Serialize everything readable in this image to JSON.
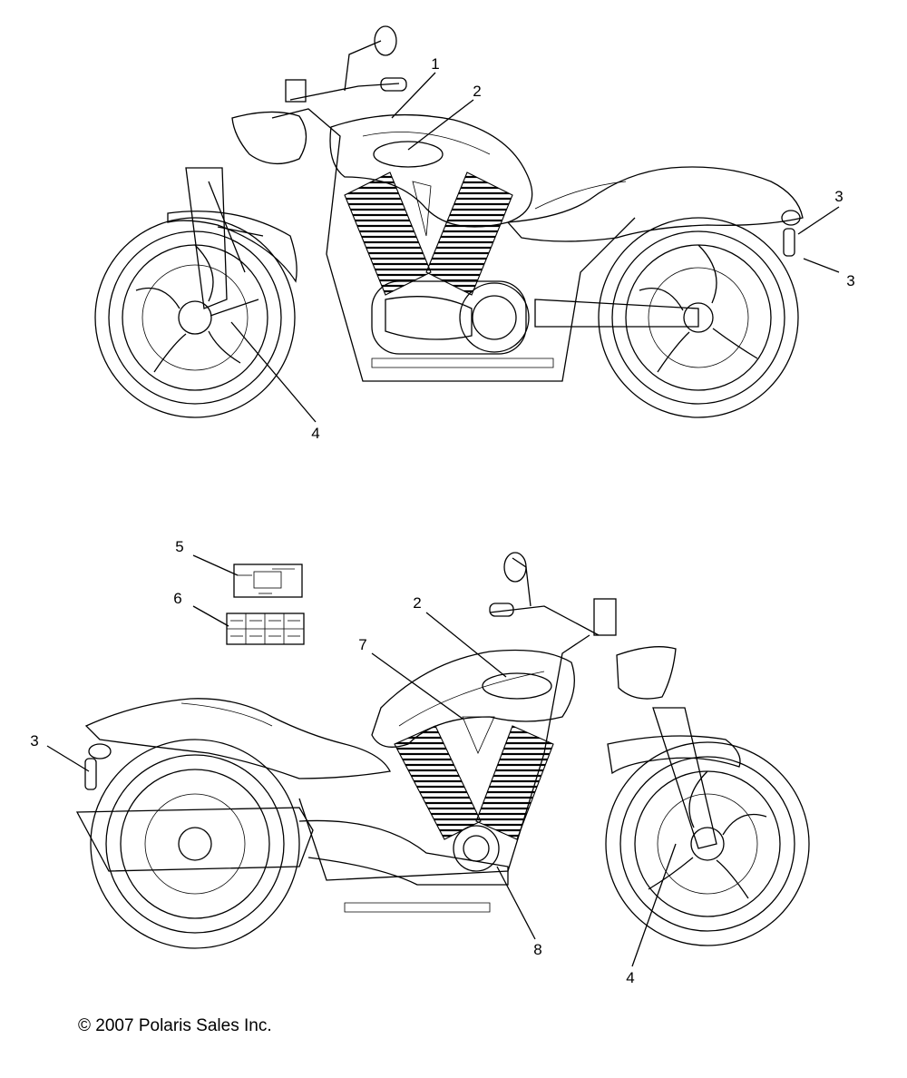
{
  "callouts_top": [
    "1",
    "2",
    "3",
    "3",
    "4"
  ],
  "callouts_bottom": [
    "5",
    "6",
    "2",
    "7",
    "3",
    "8",
    "4"
  ],
  "copyright": "© 2007 Polaris Sales Inc."
}
